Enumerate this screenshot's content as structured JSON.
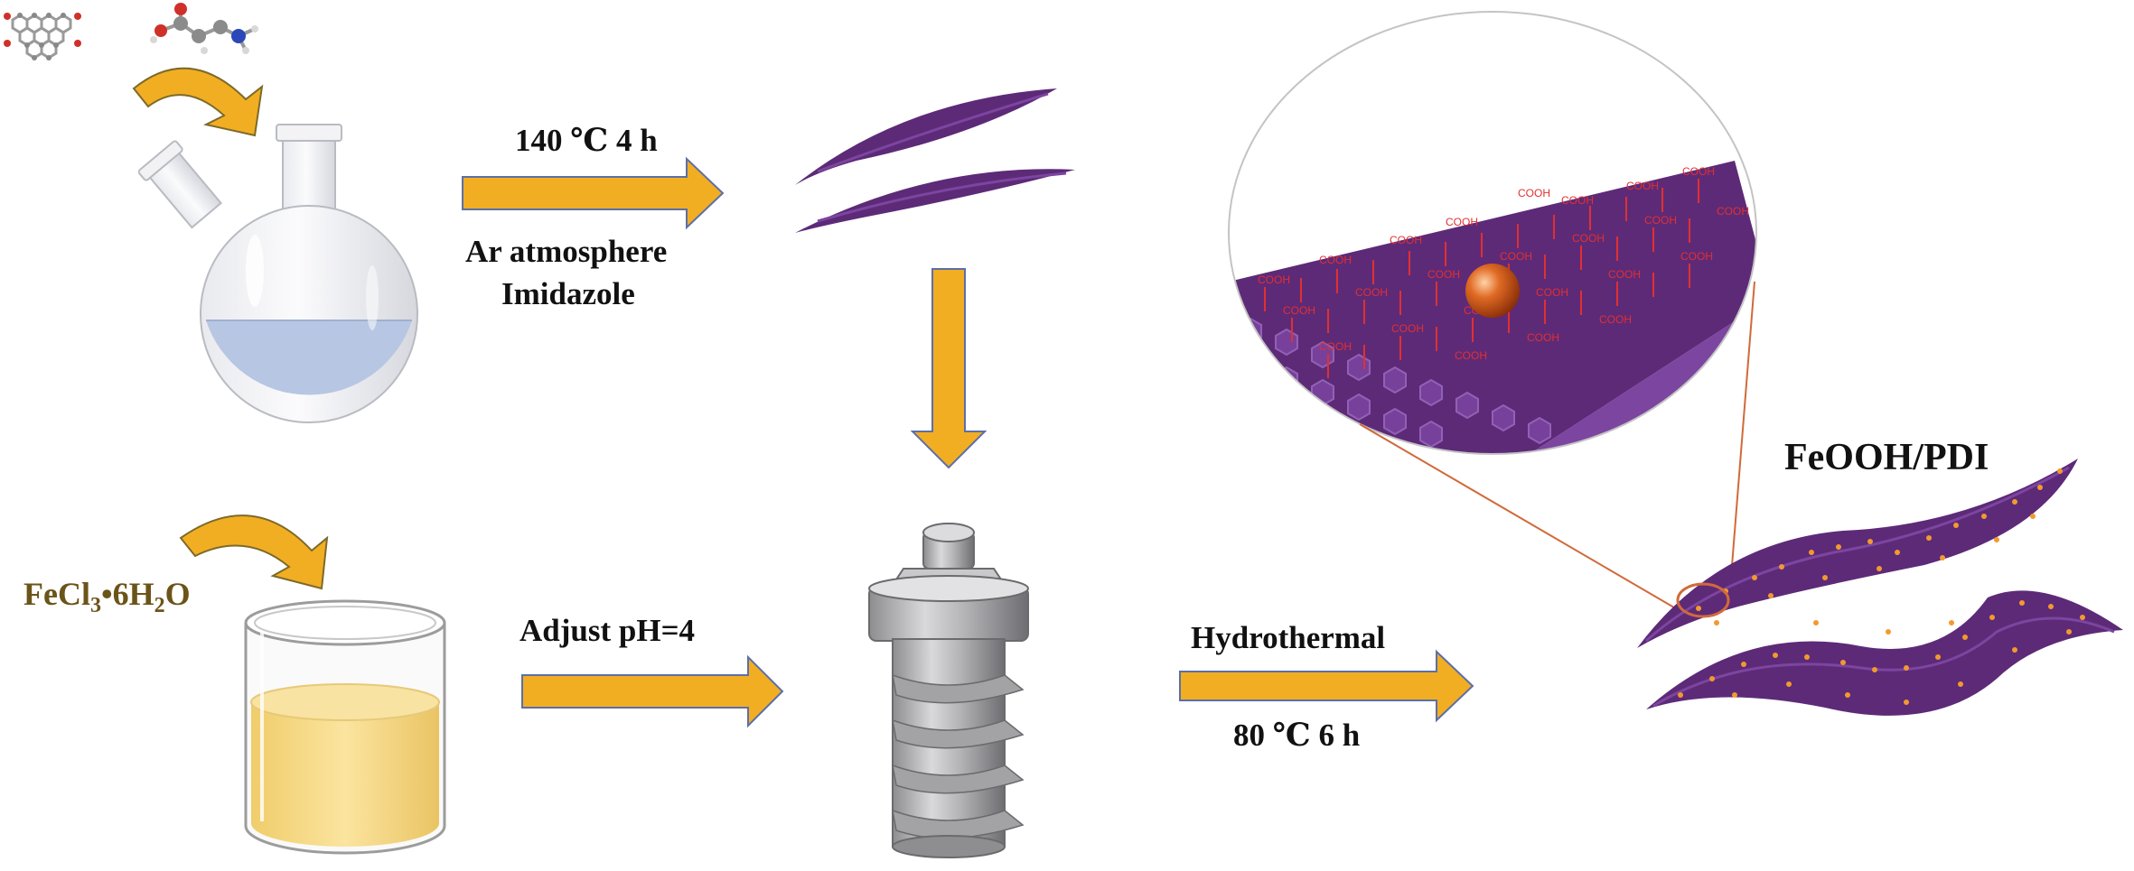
{
  "labels": {
    "step1_condition": "140 ℃ 4 h",
    "step1_atmosphere": "Ar atmosphere",
    "step1_reagent": "Imidazole",
    "fecl3_main": "FeCl",
    "fecl3_sub": "3",
    "fecl3_mid": "•6H",
    "fecl3_sub2": "2",
    "fecl3_end": "O",
    "adjust_ph": "Adjust pH=4",
    "hydrothermal": "Hydrothermal",
    "hydrothermal_condition": "80 ℃ 6 h",
    "product": "FeOOH/PDI",
    "cooh": "COOH"
  },
  "colors": {
    "arrow_fill": "#f2ae22",
    "arrow_stroke": "#5b6fa8",
    "sheet": "#5d2a78",
    "sheet_light": "#7c45a0",
    "fecl3_text": "#6b5418",
    "nanoparticle": "#d9591e",
    "cooh_red": "#e03030",
    "solution_flask": "#b7c6e2",
    "solution_beaker": "#f5d680"
  },
  "icons": {
    "molecules": "pdi-and-amino-acid-ball-stick-models",
    "flask": "two-neck-round-bottom-flask-icon",
    "beaker": "beaker-icon",
    "autoclave": "hydrothermal-autoclave-icon",
    "curved_arrows": "curved-addition-arrow-icon"
  }
}
